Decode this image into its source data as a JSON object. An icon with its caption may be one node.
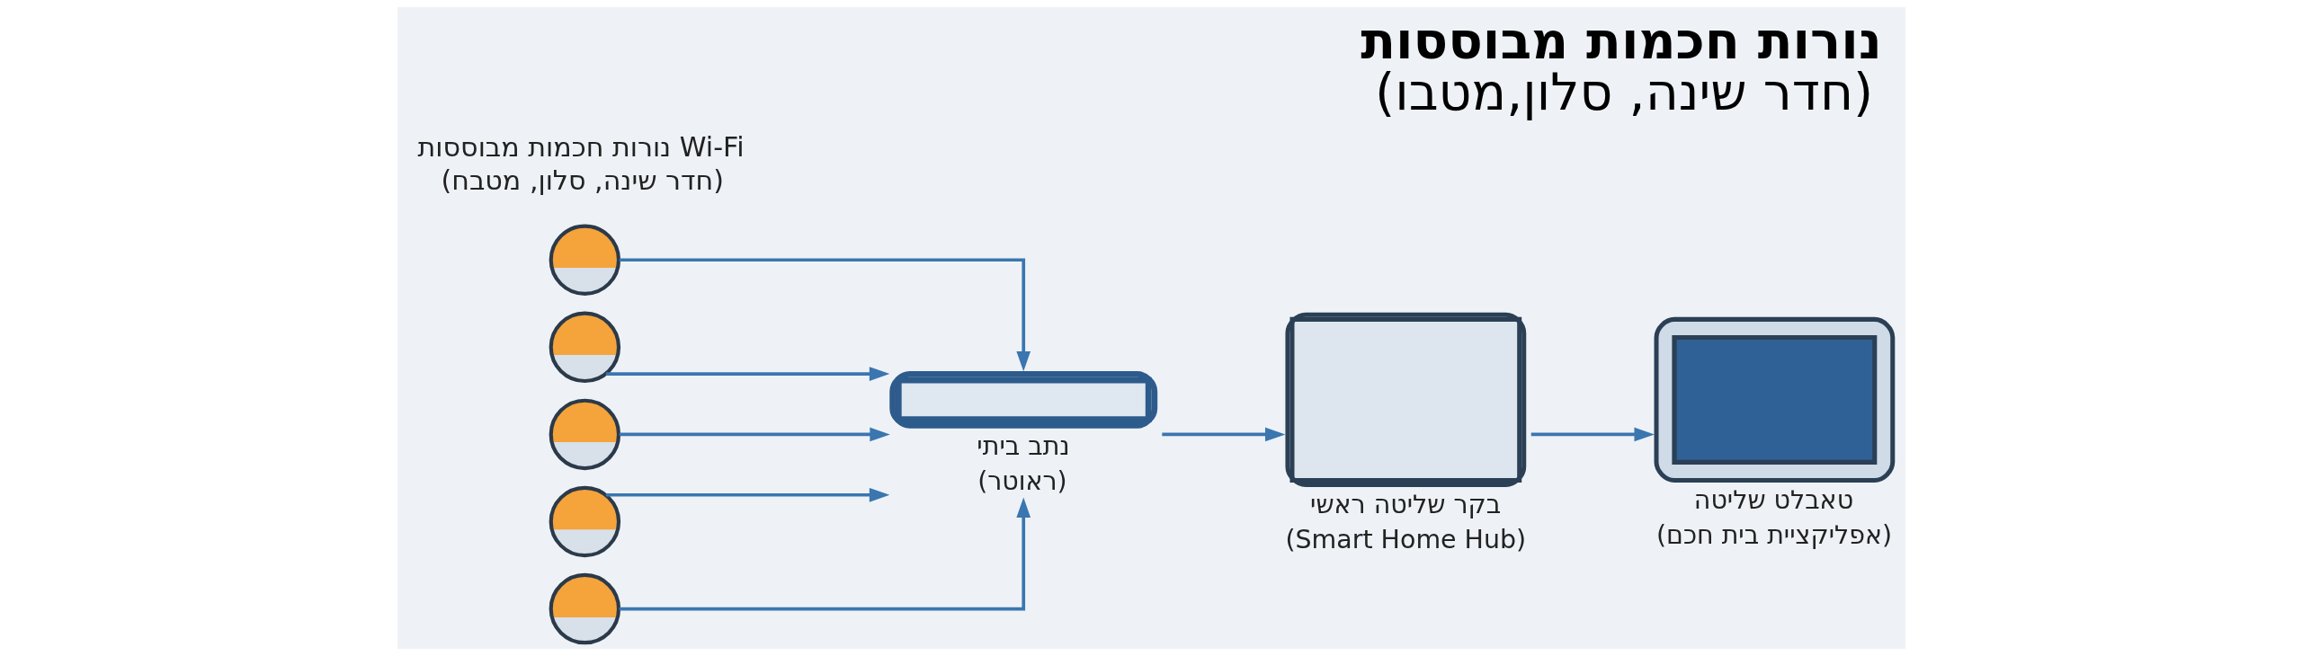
{
  "diagram": {
    "title": "נורות חכמות מבוססות (חדר שינה, סלון,מטבו)",
    "nodes": [
      {
        "text": [],
        "shape": "picture"
      },
      {
        "text": [],
        "shape": "picture"
      },
      {
        "text": [],
        "shape": "picture"
      },
      {
        "text": [],
        "shape": "picture"
      },
      {
        "text": [],
        "shape": "picture"
      },
      {
        "text": [
          "נתב ביתי (ראוטר)"
        ]
      },
      {
        "text": [
          "בקר שליטה ראשי (Smart Home Hub)"
        ]
      },
      {
        "text": [
          "טאבלט שליטה (אפליקציית בית חכם)"
        ]
      }
    ],
    "edges": [
      {
        "from": 0,
        "to": 5,
        "arrow": "to"
      },
      {
        "from": 1,
        "to": 5,
        "arrow": "to"
      },
      {
        "from": 2,
        "to": 5,
        "arrow": "to"
      },
      {
        "from": 3,
        "to": 5,
        "arrow": "to"
      },
      {
        "from": 4,
        "to": 5,
        "arrow": "to"
      },
      {
        "from": 5,
        "to": 6,
        "arrow": "to"
      },
      {
        "from": 6,
        "to": 7,
        "arrow": "to"
      }
    ],
    "labels": [
      "נורות חכמות מבוססות Wi-Fi (חדר שינה, סלון, מטבח)"
    ]
  }
}
